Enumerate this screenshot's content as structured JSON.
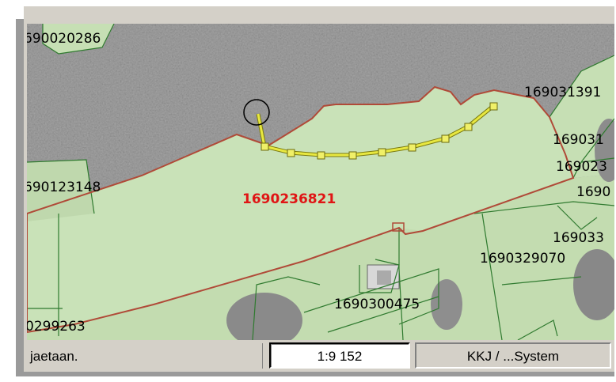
{
  "map": {
    "parcel_labels": [
      {
        "id": "p1",
        "text": "690020286"
      },
      {
        "id": "p2",
        "text": "169031391"
      },
      {
        "id": "p3",
        "text": "169031"
      },
      {
        "id": "p4",
        "text": "169023"
      },
      {
        "id": "p5",
        "text": "1690"
      },
      {
        "id": "p6",
        "text": "690123148"
      },
      {
        "id": "p7",
        "text": "169033"
      },
      {
        "id": "p8",
        "text": "1690329070"
      },
      {
        "id": "p9",
        "text": "1690300475"
      },
      {
        "id": "p10",
        "text": "0299263"
      }
    ],
    "selected_parcel": "1690236821",
    "colors": {
      "selected_boundary": "#b04a38",
      "parcel_boundary": "#2f7a2f",
      "field_fill": "#c9e2b8",
      "split_line": "#dede30",
      "vertex_fill": "#f0f068"
    }
  },
  "statusbar": {
    "message": "jaetaan.",
    "scale": "1:9 152",
    "crs": "KKJ / ...System"
  }
}
